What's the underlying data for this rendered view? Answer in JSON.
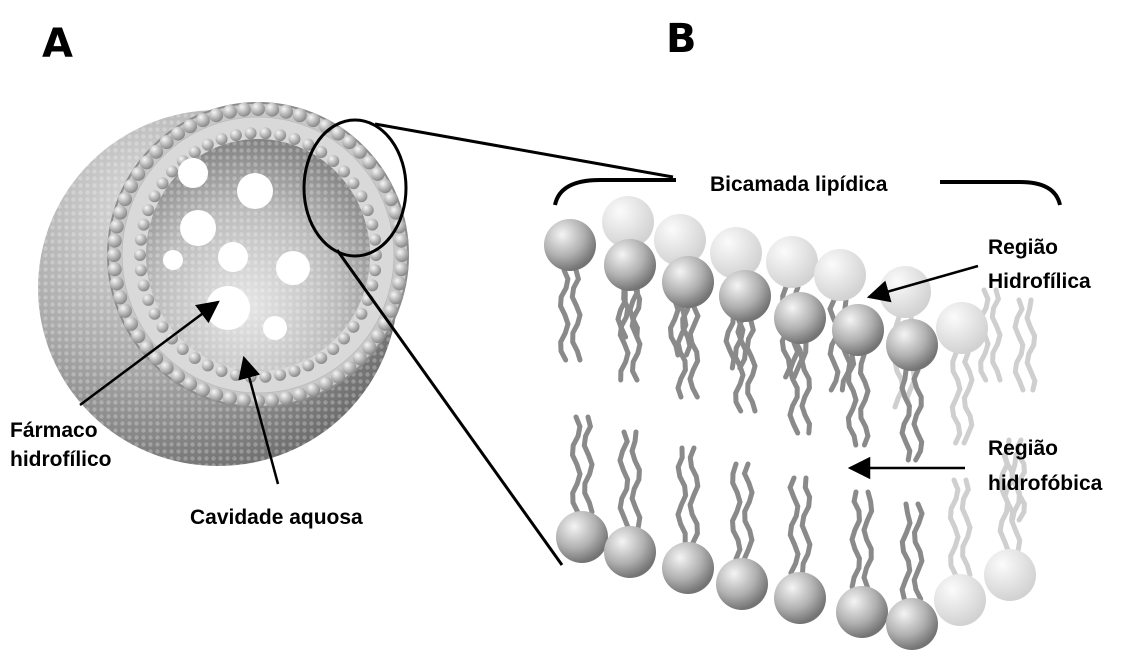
{
  "panels": {
    "a": "A",
    "b": "B"
  },
  "labels": {
    "farmaco_line1": "Fármaco",
    "farmaco_line2": "hidrofílico",
    "cavidade": "Cavidade aquosa",
    "bicamada": "Bicamada lipídica",
    "hidrofilica_line1": "Região",
    "hidrofilica_line2": "Hidrofílica",
    "hidrofobica_line1": "Região",
    "hidrofobica_line2": "hidrofóbica"
  },
  "colors": {
    "text": "#000000",
    "sphere_light": "#f2f2f2",
    "sphere_dark": "#6e6e6e",
    "line": "#000000"
  }
}
